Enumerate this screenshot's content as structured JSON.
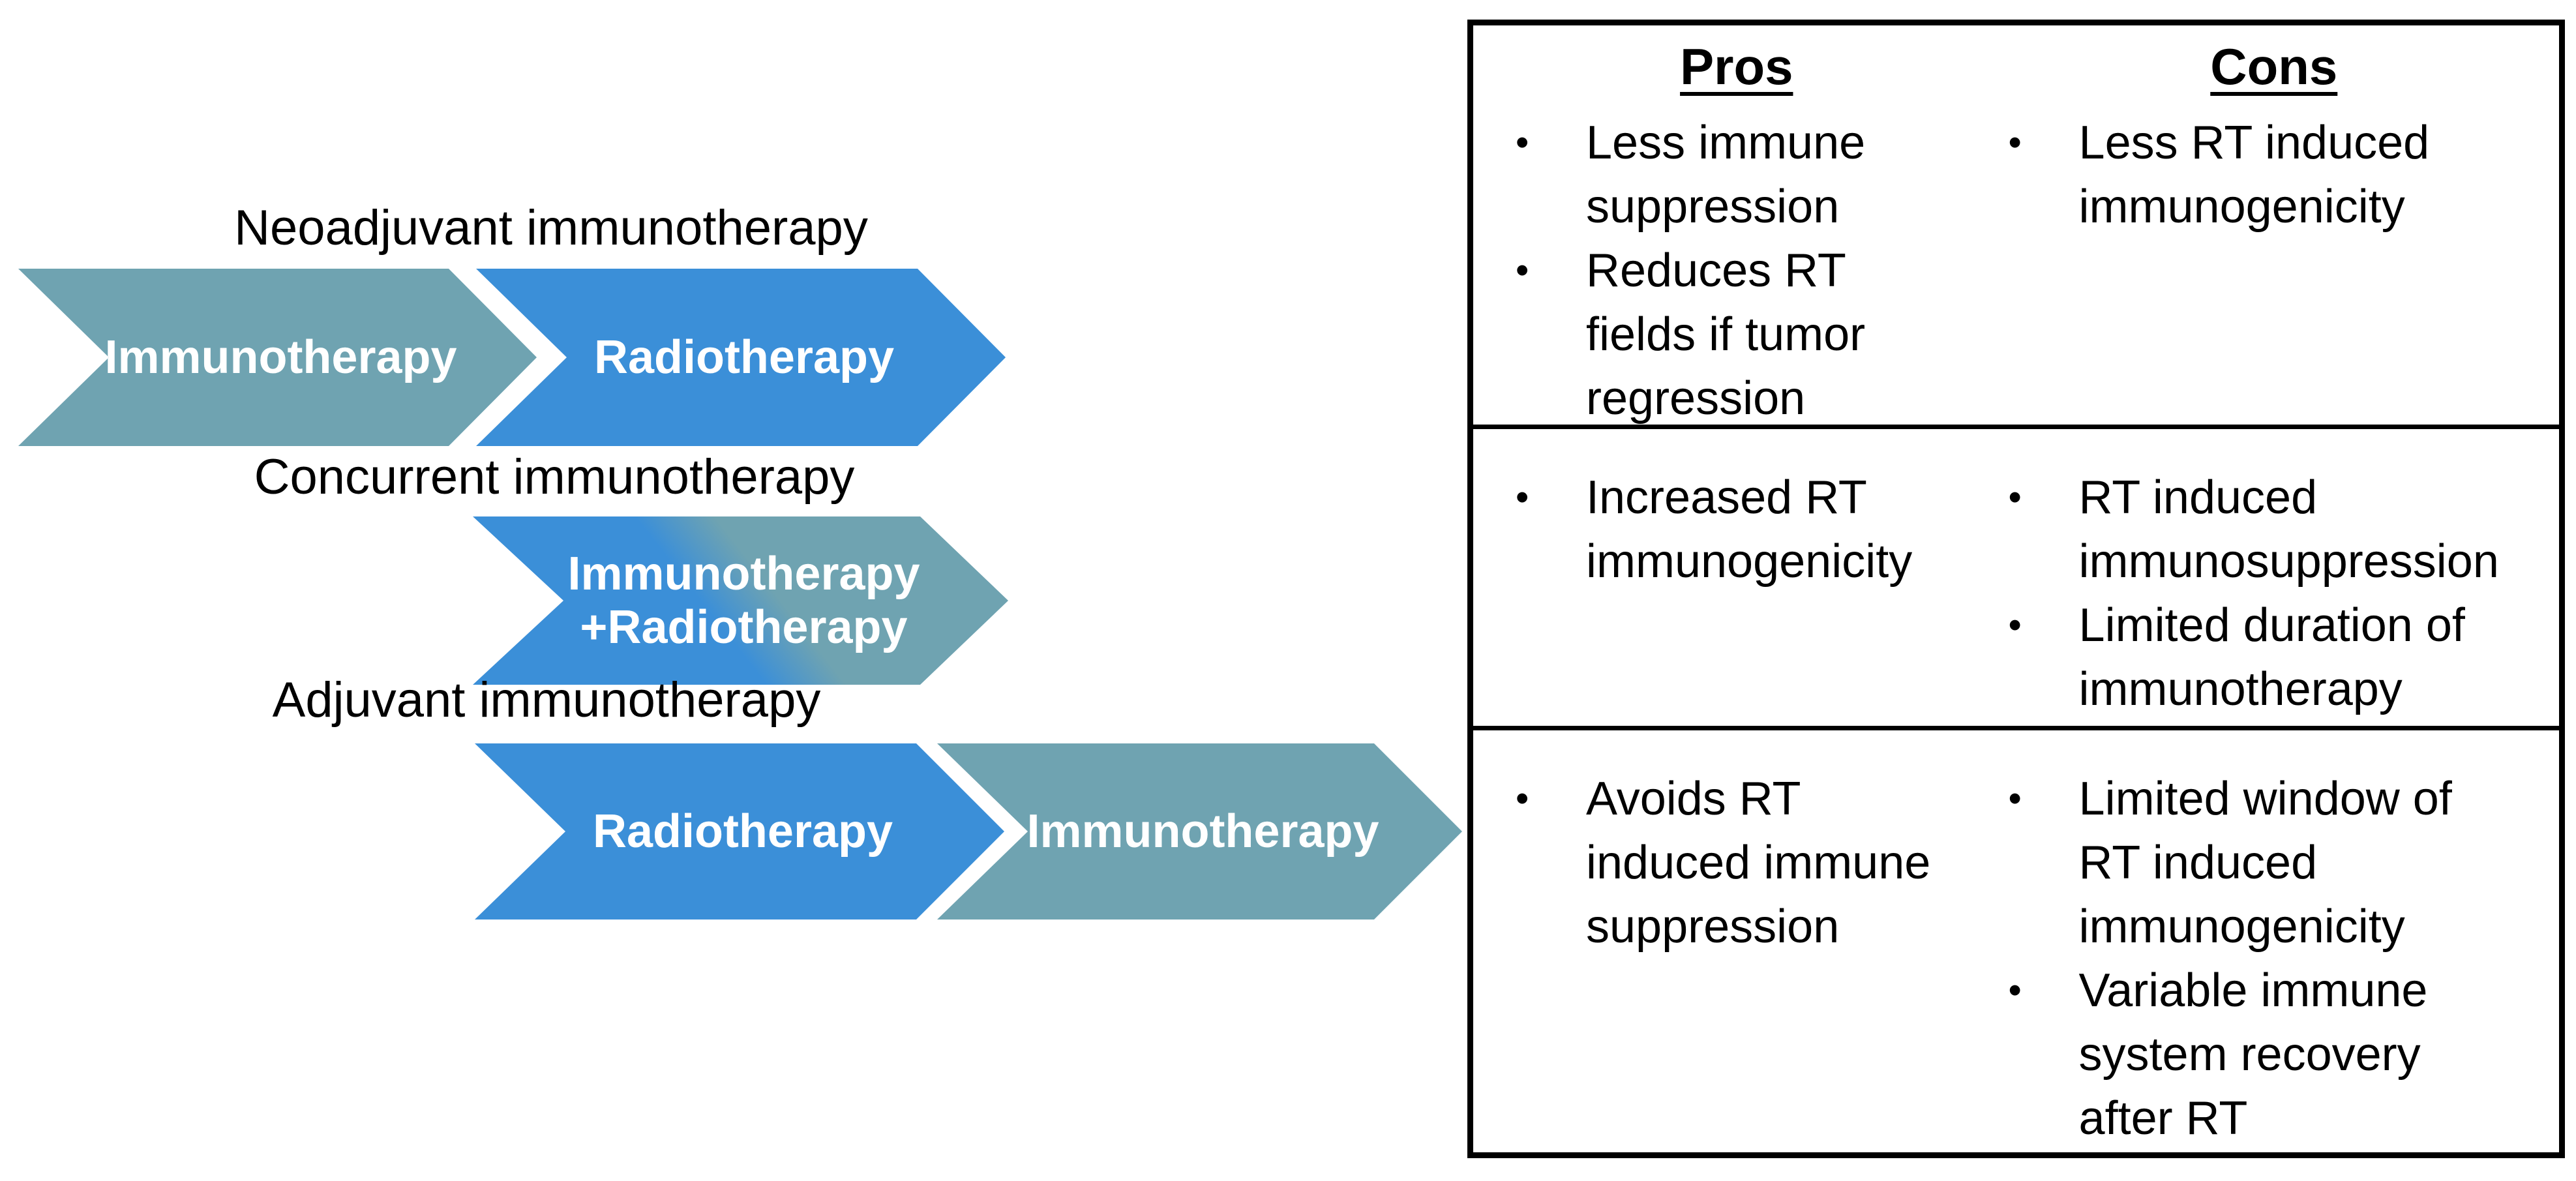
{
  "colors": {
    "immunotherapy_teal": "#6FA3B1",
    "radiotherapy_blue": "#3B8FD8",
    "label_text": "#000000",
    "arrow_text": "#FFFFFF",
    "table_border": "#000000",
    "background": "#FFFFFF"
  },
  "diagram": {
    "rows": [
      {
        "label": "Neoadjuvant immunotherapy",
        "arrows": [
          {
            "text": "Immunotherapy",
            "therapy": "immunotherapy"
          },
          {
            "text": "Radiotherapy",
            "therapy": "radiotherapy"
          }
        ]
      },
      {
        "label": "Concurrent immunotherapy",
        "arrows": [
          {
            "text": "Immunotherapy\n+Radiotherapy",
            "therapy": "combined"
          }
        ]
      },
      {
        "label": "Adjuvant immunotherapy",
        "arrows": [
          {
            "text": "Radiotherapy",
            "therapy": "radiotherapy"
          },
          {
            "text": "Immunotherapy",
            "therapy": "immunotherapy"
          }
        ]
      }
    ]
  },
  "table": {
    "bullet_glyph": "•",
    "headers": {
      "pros": "Pros",
      "cons": "Cons"
    },
    "rows": [
      {
        "pros": [
          "Less immune\nsuppression",
          "Reduces RT\nfields if tumor\nregression"
        ],
        "cons": [
          "Less RT induced\nimmunogenicity"
        ]
      },
      {
        "pros": [
          "Increased RT\nimmunogenicity"
        ],
        "cons": [
          "RT induced\nimmunosuppression",
          "Limited duration of\nimmunotherapy"
        ]
      },
      {
        "pros": [
          "Avoids RT\ninduced immune\nsuppression"
        ],
        "cons": [
          "Limited window of\nRT induced\nimmunogenicity",
          "Variable immune\nsystem recovery\nafter RT"
        ]
      }
    ]
  }
}
